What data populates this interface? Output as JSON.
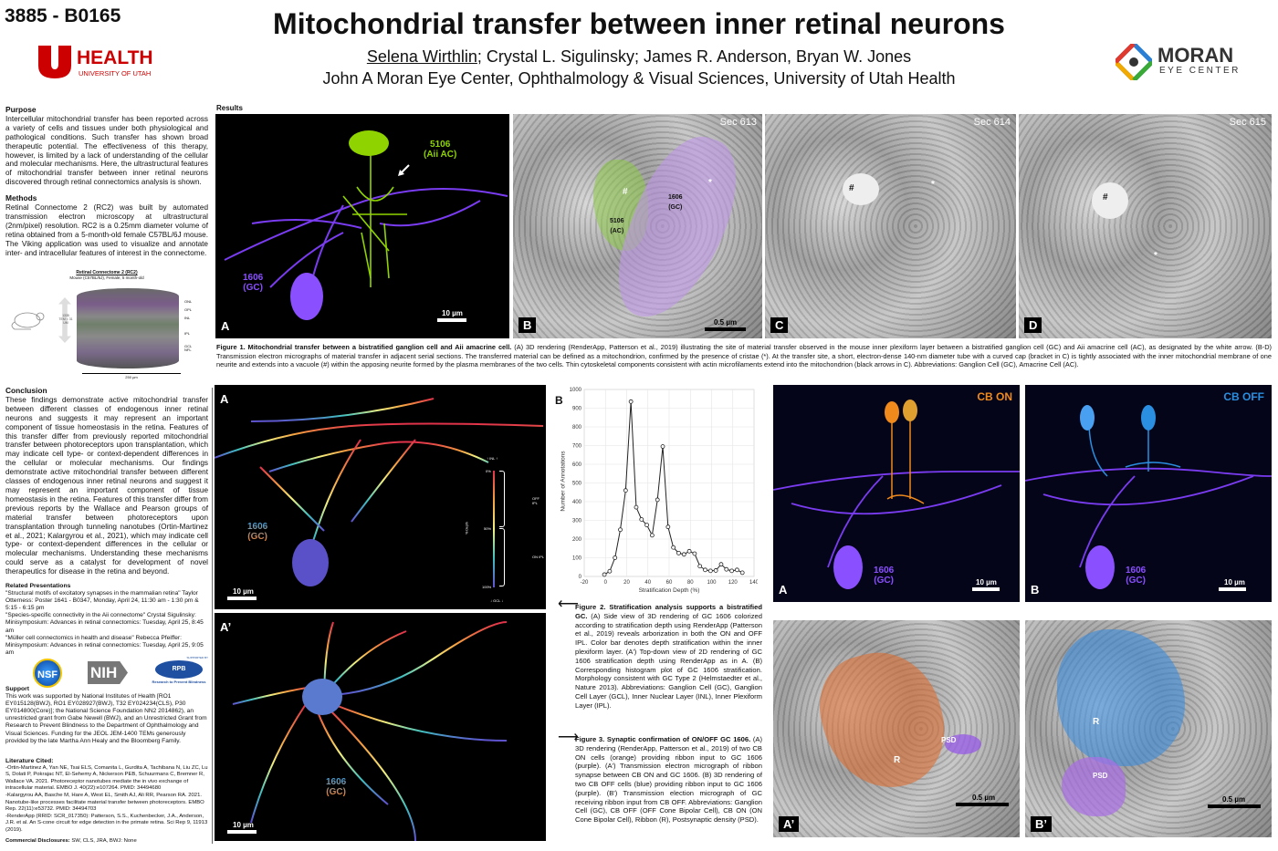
{
  "header": {
    "poster_id": "3885 - B0165",
    "title": "Mitochondrial transfer between inner retinal neurons",
    "presenting_author": "Selena Wirthlin",
    "other_authors": "; Crystal L. Sigulinsky; James R. Anderson, Bryan W. Jones",
    "affiliation": "John A Moran Eye Center, Ophthalmology & Visual Sciences, University of Utah Health",
    "logo_left": "HEALTH UNIVERSITY OF UTAH",
    "logo_left_main": "HEALTH",
    "logo_left_sub": "UNIVERSITY OF UTAH",
    "logo_right_main": "MORAN",
    "logo_right_sub": "EYE CENTER"
  },
  "left": {
    "purpose_h": "Purpose",
    "purpose": "Intercellular mitochondrial transfer has been reported across a variety of cells and tissues under both physiological and pathological conditions. Such transfer has shown broad therapeutic potential. The effectiveness of this therapy, however, is limited by a lack of understanding of the cellular and molecular mechanisms. Here, the ultrastructural features of mitochondrial transfer between inner retinal neurons discovered through retinal connectomics analysis is shown.",
    "methods_h": "Methods",
    "methods": "Retinal Connectome 2 (RC2) was built by automated transmission electron microscopy at ultrastructural (2nm/pixel) resolution. RC2 is a 0.25mm diameter volume of retina obtained from a 5-month-old female C57BL/6J mouse. The Viking application was used to visualize and annotate inter- and intracellular features of interest in the connectome.",
    "rc2_title": "Retinal Connectome 2 (RC2)",
    "rc2_sub": "Mouse (C57BL/6J), Female, 5 month-old",
    "rc2_height": "1335 TEM = 31 UM",
    "rc2_width": "250 µm",
    "rc2_layers": [
      "ONL",
      "OPL",
      "INL",
      "IPL",
      "GCL",
      "NFL"
    ],
    "conclusion_h": "Conclusion",
    "conclusion": "These findings demonstrate active mitochondrial transfer between different classes of endogenous inner retinal neurons and suggests it may represent an important component of tissue homeostasis in the retina. Features of this transfer differ from previously reported mitochondrial transfer between photoreceptors upon transplantation, which may indicate cell type- or context-dependent differences in the cellular or molecular mechanisms. Our findings demonstrate active mitochondrial transfer between different classes of endogenous inner retinal neurons and suggest it may represent an important component of tissue homeostasis in the retina. Features of this transfer differ from previous reports by the Wallace and Pearson groups of material transfer between photoreceptors upon transplantation through tunneling nanotubes (Ortin-Martinez et al., 2021; Kalargyrou et al., 2021), which may indicate cell type- or context-dependent differences in the cellular or molecular mechanisms. Understanding these mechanisms could serve as a catalyst for development of novel therapeutics for disease in the retina and beyond.",
    "related_h": "Related Presentations",
    "related": [
      "\"Structural motifs of excitatory synapses in the mammalian retina\"  Taylor Otterness: Poster 1641 - B0347, Monday, April 24, 11:30 am - 1:30 pm & 5:15 - 6:15 pm",
      "\"Species-specific connectivity in the Aii connectome\" Crystal Sigulinsky: Minisymposium: Advances in retinal connectomics: Tuesday, April 25, 8:45 am",
      "\"Müller cell connectomics in health and disease\"  Rebecca Pfeiffer: Minisymposium: Advances in retinal connectomics: Tuesday, April 25, 9:05 am"
    ],
    "funders": {
      "nsf": "NSF",
      "nih": "NIH",
      "rpb": "RPB",
      "rpb_top": "SUPPORTED BY",
      "rpb_sub": "Research to Prevent Blindness"
    },
    "support_h": "Support",
    "support": "This work was supported by National Institutes of Health [RO1 EY015128(BWJ), RO1 EY028927(BWJ), T32 EY024234(CLS), P30 EY014800(Core)]; the National Science Foundation NN2 2014862), an unrestricted grant from Gabe Newell (BWJ), and an Unrestricted Grant from Research to Prevent Blindness to the Department of Ophthalmology and Visual Sciences. Funding for the JEOL JEM-1400 TEMs generously provided by the late Martha Ann Healy and the Bloomberg Family.",
    "lit_h": "Literature Cited:",
    "lit": [
      "-Ortin-Martinez A, Yan NE, Tsai ELS, Comanita L, Gurdita A, Tachibana N, Liu ZC, Lu S, Dolati P, Pokrajac NT, El-Sehemy A, Nickerson PEB, Schuurmans C, Bremner R, Wallace VA. 2021. Photoreceptor nanotubes mediate the in vivo exchange of intracellular material. EMBO J. 40(22):e107264. PMID: 34494680",
      "-Kalargyrou AA, Basche M, Hare A, West EL, Smith AJ, Ali RR, Pearson RA. 2021. Nanotube-like processes facilitate material transfer between photoreceptors. EMBO Rep. 22(11):e53732. PMID: 34494703",
      "-RenderApp (RRID: SCR_017350): Patterson, S.S., Kuchenbecker, J.A., Anderson, J.R. et al. An S-cone circuit for edge detection in the primate retina. Sci Rep 9, 11913 (2019)."
    ],
    "disclosure_h": "Commercial Disclosures:",
    "disclosure": " SW, CLS, JRA, BWJ: None"
  },
  "results_h": "Results",
  "fig1": {
    "panels": [
      "A",
      "B",
      "C",
      "D"
    ],
    "sections": [
      "Sec 613",
      "Sec 614",
      "Sec 615"
    ],
    "a_aii": "5106\n(Aii AC)",
    "a_gc": "1606\n(GC)",
    "a_scale": "10 µm",
    "b_gc": "1606\n(GC)",
    "b_ac": "5106\n(AC)",
    "b_scale": "0.5 µm",
    "hash": "#",
    "star": "*",
    "caption_bold": "Figure 1. Mitochondrial transfer between a bistratified ganglion cell and Aii amacrine cell.",
    "caption": " (A) 3D rendering (RenderApp, Patterson et al., 2019) illustrating the site of material transfer observed in the mouse inner plexiform layer between a bistratified ganglion cell (GC) and Aii amacrine cell (AC), as designated by the white arrow. (B-D) Transmission electron micrographs of material transfer in adjacent serial sections. The transferred material can be defined as a mitochondrion, confirmed by the presence of cristae (*). At the transfer site, a short, electron-dense 140-nm diameter tube with a curved cap (bracket in C) is tightly associated with the inner mitochondrial membrane of one neurite and extends into a vacuole (#) within the apposing neurite formed by the plasma membranes of the two cells. Thin cytoskeletal components consistent with actin microfilaments extend into the mitochondrion (black arrows in C). Abbreviations: Ganglion Cell (GC), Amacrine Cell (AC)."
  },
  "fig2": {
    "a": "A",
    "a2": "A’",
    "gc": "1606\n(GC)",
    "scale": "10 µm",
    "colorbar": {
      "inl": "↑ INL ↑",
      "gcl": "↓ GCL ↓",
      "t0": "0%",
      "t50": "50%",
      "t100": "100%",
      "off": "OFF IPL",
      "on": "ON IPL",
      "axis": "% Depth"
    },
    "caption_bold": "Figure 2. Stratification analysis supports a bistratified GC.",
    "caption": " (A) Side view of 3D rendering of GC 1606 colorized according to stratification depth using RenderApp (Patterson et al., 2019) reveals arborization in both the ON and OFF IPL. Color bar denotes depth stratification within the inner plexiform layer. (A') Top-down view of 2D rendering of GC 1606 stratification depth using RenderApp as in A. (B) Corresponding histogram plot of GC 1606 stratification. Morphology consistent with GC Type 2 (Helmstaedter et al., Nature 2013). Abbreviations: Ganglion Cell (GC), Ganglion Cell Layer (GCL), Inner Nuclear Layer (INL), Inner Plexiform Layer (IPL)."
  },
  "chart_data": {
    "type": "line",
    "panel_label": "B",
    "xlabel": "Stratification Depth (%)",
    "ylabel": "Number of Annotations",
    "xlim": [
      -20,
      140
    ],
    "ylim": [
      0,
      1000
    ],
    "xticks": [
      -20,
      0,
      20,
      40,
      60,
      80,
      100,
      120,
      140
    ],
    "yticks": [
      0,
      100,
      200,
      300,
      400,
      500,
      600,
      700,
      800,
      900,
      1000
    ],
    "grid": true,
    "x": [
      -1,
      4,
      9,
      14,
      19,
      24,
      29,
      34,
      39,
      44,
      49,
      54,
      59,
      64,
      69,
      74,
      79,
      84,
      89,
      94,
      99,
      104,
      109,
      114,
      119,
      124,
      129
    ],
    "values": [
      10,
      28,
      100,
      250,
      460,
      935,
      370,
      305,
      275,
      220,
      410,
      695,
      265,
      155,
      125,
      118,
      135,
      122,
      55,
      35,
      30,
      32,
      65,
      38,
      30,
      35,
      20
    ]
  },
  "fig3": {
    "cb_on": "CB ON",
    "cb_off": "CB OFF",
    "gc": "1606\n(GC)",
    "scale": "10 µm",
    "em_scale": "0.5 µm",
    "r": "R",
    "psd": "PSD",
    "panels": [
      "A",
      "B",
      "A’",
      "B’"
    ],
    "caption_bold": "Figure 3. Synaptic confirmation of ON/OFF GC 1606.",
    "caption": " (A) 3D rendering (RenderApp, Patterson et al., 2019) of two CB ON cells (orange) providing ribbon input to GC 1606 (purple). (A') Transmission electron micrograph of ribbon synapse between CB ON and GC 1606. (B) 3D rendering of two CB OFF cells (blue) providing ribbon input to GC 1606 (purple). (B') Transmission election micrograph of GC receiving ribbon input from CB OFF. Abbreviations: Ganglion Cell (GC), CB OFF (OFF Cone Bipolar Cell), CB ON (ON Cone Bipolar Cell), Ribbon (R), Postsynaptic density (PSD)."
  },
  "colors": {
    "gc_purple": "#8a4fff",
    "aii_green": "#8fd400",
    "cb_on": "#f08a1c",
    "cb_off": "#2a8fe0",
    "utah_red": "#cc0000"
  }
}
